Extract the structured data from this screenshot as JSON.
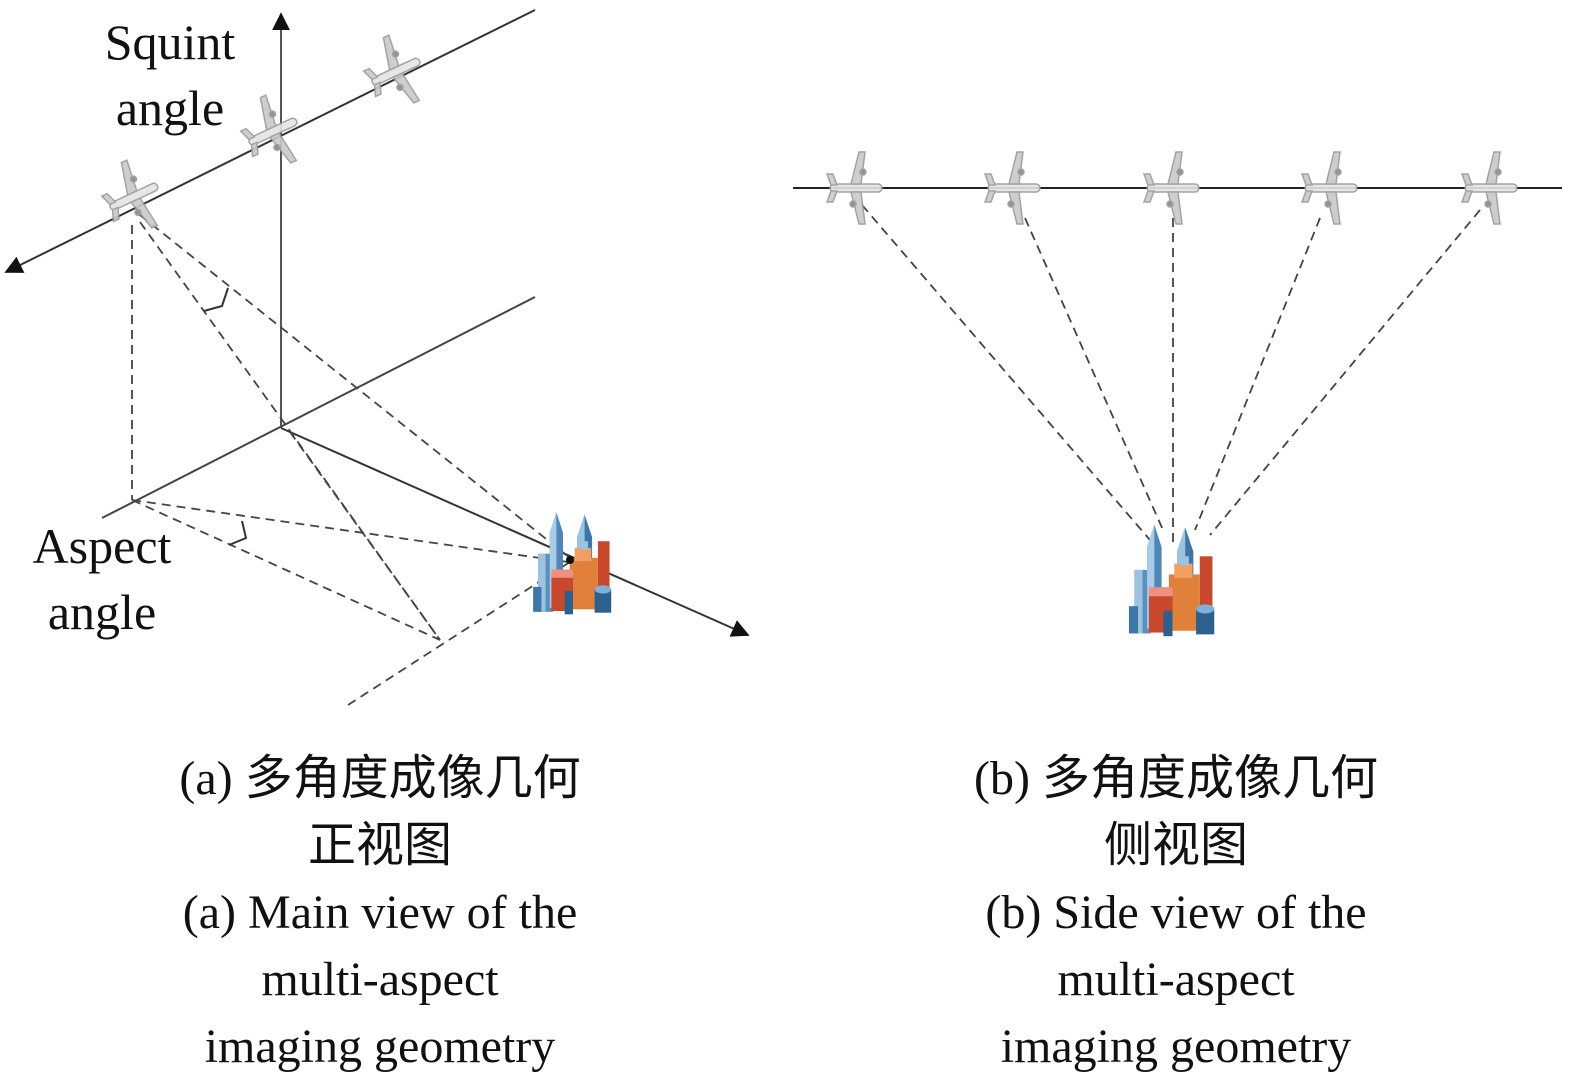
{
  "panel_a": {
    "labels": {
      "squint": [
        "Squint",
        "angle"
      ],
      "aspect": [
        "Aspect",
        "angle"
      ]
    },
    "caption_cn": [
      "(a) 多角度成像几何",
      "正视图"
    ],
    "caption_en": [
      "(a) Main view of the",
      "multi-aspect",
      "imaging geometry"
    ],
    "aircraft_count": 3
  },
  "panel_b": {
    "caption_cn": [
      "(b) 多角度成像几何",
      "侧视图"
    ],
    "caption_en": [
      "(b) Side view of the",
      "multi-aspect",
      "imaging geometry"
    ],
    "aircraft_count": 5
  },
  "colors": {
    "line": "#333333",
    "dash": "#444444",
    "plane": "#b8b8b8",
    "building_blue": "#4f86b8",
    "building_light": "#9cc3e0",
    "building_red": "#c8482e",
    "building_orange": "#e0803a"
  }
}
